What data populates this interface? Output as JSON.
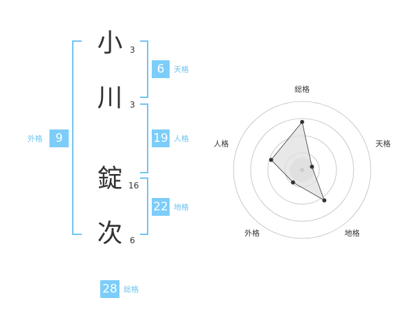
{
  "name_chars": [
    {
      "char": "小",
      "strokes": "3"
    },
    {
      "char": "川",
      "strokes": "3"
    },
    {
      "char": "錠",
      "strokes": "16"
    },
    {
      "char": "次",
      "strokes": "6"
    }
  ],
  "fortunes": {
    "tenkaku": {
      "label": "天格",
      "value": "6"
    },
    "jinkaku": {
      "label": "人格",
      "value": "19"
    },
    "chikaku": {
      "label": "地格",
      "value": "22"
    },
    "gaikaku": {
      "label": "外格",
      "value": "9"
    },
    "soukaku": {
      "label": "総格",
      "value": "28"
    }
  },
  "chart_data": {
    "type": "radar",
    "axes": [
      "総格",
      "天格",
      "地格",
      "外格",
      "人格"
    ],
    "values": [
      28,
      6,
      22,
      9,
      19
    ],
    "rings": 4,
    "grid": true,
    "colors": {
      "ring": "#bbbbbb",
      "fill": "#e0e0e0",
      "line": "#333333",
      "accent": "#7ccdf9"
    }
  }
}
